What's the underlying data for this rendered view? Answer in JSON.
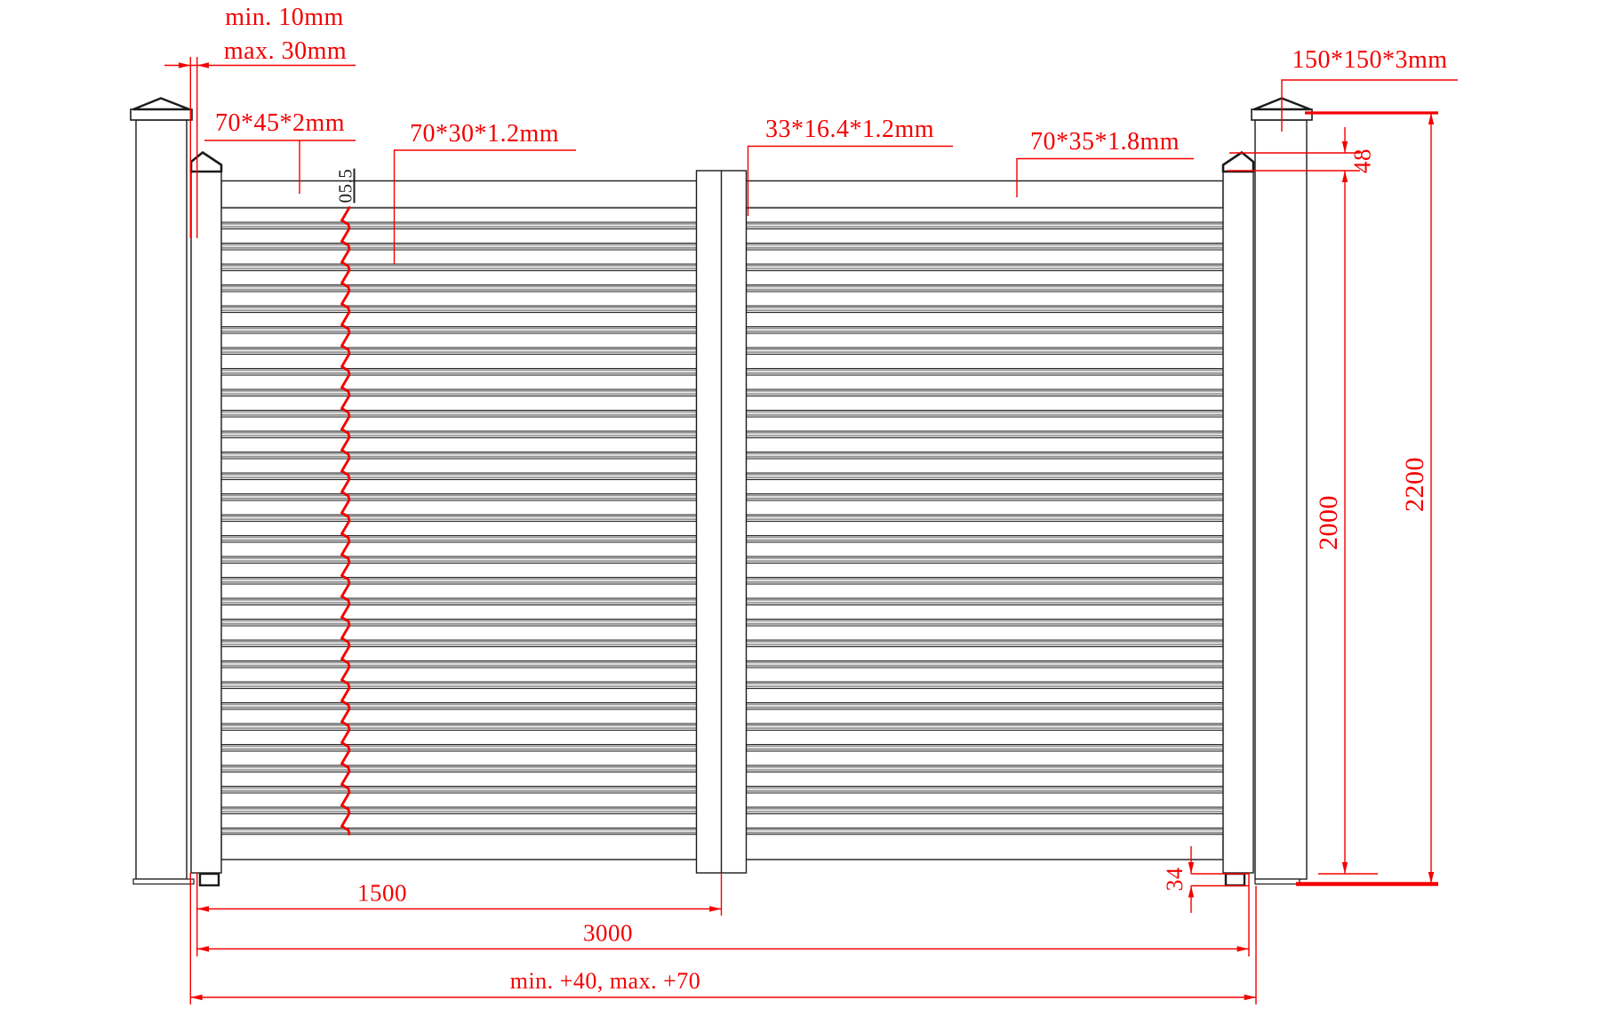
{
  "drawing": {
    "annotations": {
      "gap_min": "min. 10mm",
      "gap_max": "max. 30mm",
      "stile_profile": "70*45*2mm",
      "slat_profile": "70*30*1.2mm",
      "insert_profile": "33*16.4*1.2mm",
      "top_rail_profile": "70*35*1.8mm",
      "post_profile": "150*150*3mm",
      "slat_pitch": "05.5",
      "hinge_offset": "48",
      "leaf_height": "2000",
      "overall_height": "2200",
      "bottom_clearance": "34",
      "leaf_width": "1500",
      "gate_width": "3000",
      "post_spacing": "min. +40, max. +70"
    },
    "colors": {
      "dimension_red": "#f30000",
      "outline_black": "#1b1b1b",
      "separator_gray": "#969696",
      "background": "#ffffff"
    }
  }
}
